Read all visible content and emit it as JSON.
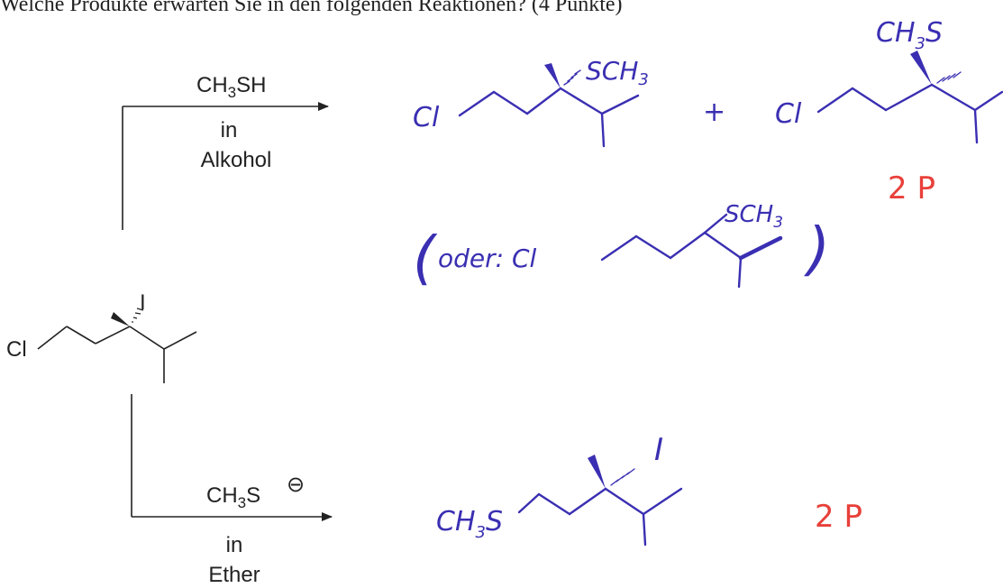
{
  "question": "Welche Produkte erwarten Sie in den folgenden Reaktionen? (4 Punkte)",
  "reactant": {
    "atom_cl": "Cl",
    "atom_i": "I"
  },
  "reaction_top": {
    "reagent_main": "CH",
    "reagent_sub": "3",
    "reagent_tail": "SH",
    "solvent_line1": "in",
    "solvent_line2": "Alkohol"
  },
  "reaction_bottom": {
    "reagent_main": "CH",
    "reagent_sub": "3",
    "reagent_tail": "S",
    "charge": "⊖",
    "solvent_line1": "in",
    "solvent_line2": "Ether"
  },
  "handwritten": {
    "product1_cl": "Cl",
    "product1_group": "SCH",
    "product1_group_sub": "3",
    "plus": "+",
    "product2_cl": "Cl",
    "product2_group": "CH",
    "product2_group_sub": "3",
    "product2_group_tail": "S",
    "score_top": "2 P",
    "alt_open": "(",
    "alt_label": "oder: Cl",
    "alt_group": "SCH",
    "alt_group_sub": "3",
    "alt_close": ")",
    "product3_prefix": "CH",
    "product3_prefix_sub": "3",
    "product3_prefix_tail": "S",
    "product3_i": "I",
    "score_bottom": "2 P"
  }
}
